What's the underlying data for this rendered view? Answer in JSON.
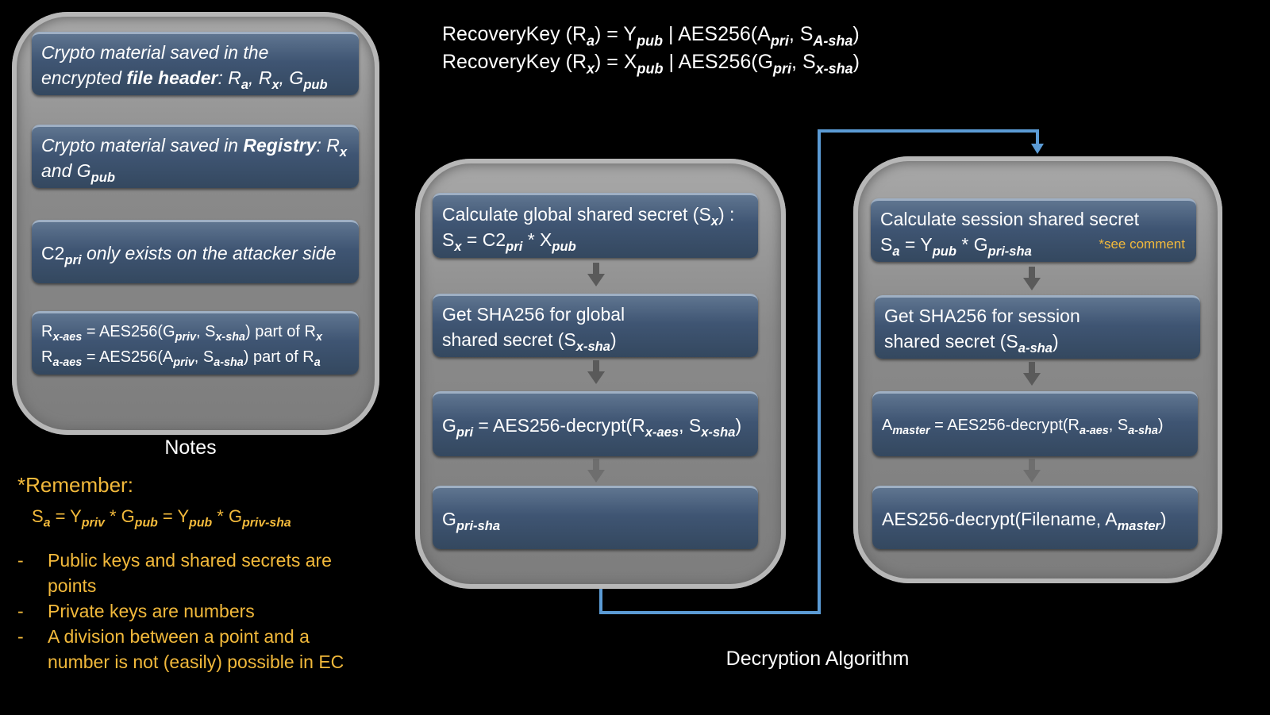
{
  "header": {
    "formula_1": [
      {
        "t": "RecoveryKey (R"
      },
      {
        "sub": "a"
      },
      {
        "t": ") = Y"
      },
      {
        "sub": "pub"
      },
      {
        "t": " | AES256(A"
      },
      {
        "sub": "pri"
      },
      {
        "t": ", S"
      },
      {
        "sub": "A-sha"
      },
      {
        "t": ")"
      }
    ],
    "formula_2": [
      {
        "t": "RecoveryKey (R"
      },
      {
        "sub": "x"
      },
      {
        "t": ") = X"
      },
      {
        "sub": "pub"
      },
      {
        "t": " | AES256(G"
      },
      {
        "sub": "pri"
      },
      {
        "t": ", S"
      },
      {
        "sub": "x-sha"
      },
      {
        "t": ")"
      }
    ]
  },
  "notes": {
    "label": "Notes",
    "boxes": [
      [
        {
          "i": "Crypto material saved in the encrypted "
        },
        {
          "bi": "file header"
        },
        {
          "i": ": R"
        },
        {
          "sub": "a"
        },
        {
          "i": ", R"
        },
        {
          "sub": "x"
        },
        {
          "i": ", G"
        },
        {
          "sub": "pub"
        }
      ],
      [
        {
          "i": "Crypto material saved in "
        },
        {
          "bi": "Registry"
        },
        {
          "i": ": R"
        },
        {
          "sub": "x"
        },
        {
          "i": "  and G"
        },
        {
          "sub": "pub"
        }
      ],
      [
        {
          "t": "C2"
        },
        {
          "sub": "pri"
        },
        {
          "i": " only exists on the attacker side"
        }
      ],
      [
        {
          "t": "R"
        },
        {
          "sub": "x-aes"
        },
        {
          "t": " = AES256(G"
        },
        {
          "sub": "priv"
        },
        {
          "t": ", S"
        },
        {
          "sub": "x-sha"
        },
        {
          "t": ") part of R"
        },
        {
          "sub": "x"
        },
        {
          "br": true
        },
        {
          "t": "R"
        },
        {
          "sub": "a-aes"
        },
        {
          "t": " = AES256(A"
        },
        {
          "sub": "priv"
        },
        {
          "t": ", S"
        },
        {
          "sub": "a-sha"
        },
        {
          "t": ") part of R"
        },
        {
          "sub": "a"
        }
      ]
    ]
  },
  "remember": {
    "title": "*Remember:",
    "formula": [
      {
        "t": "S"
      },
      {
        "sub": "a"
      },
      {
        "t": " = Y"
      },
      {
        "sub": "priv"
      },
      {
        "t": " * G"
      },
      {
        "sub": "pub"
      },
      {
        "t": " = Y"
      },
      {
        "sub": "pub"
      },
      {
        "t": " * G"
      },
      {
        "sub": "priv-sha"
      }
    ],
    "bullet_marker": "-",
    "bullets": [
      "Public keys and shared secrets  are points",
      "Private keys are numbers",
      "A division between a point and a number is not (easily) possible in EC"
    ]
  },
  "global_steps": [
    [
      {
        "t": "Calculate global shared secret (S"
      },
      {
        "sub": "x"
      },
      {
        "t": ") :"
      },
      {
        "br": true
      },
      {
        "t": "S"
      },
      {
        "sub": "x"
      },
      {
        "t": " = C2"
      },
      {
        "sub": "pri"
      },
      {
        "t": " * X"
      },
      {
        "sub": "pub"
      }
    ],
    [
      {
        "t": "Get SHA256 for global"
      },
      {
        "br": true
      },
      {
        "t": "shared secret (S"
      },
      {
        "sub": "x-sha"
      },
      {
        "t": ")"
      }
    ],
    [
      {
        "t": "G"
      },
      {
        "sub": "pri"
      },
      {
        "t": " = AES256-decrypt(R"
      },
      {
        "sub": "x-aes"
      },
      {
        "t": ", S"
      },
      {
        "sub": "x-sha"
      },
      {
        "t": ")"
      }
    ],
    [
      {
        "t": "G"
      },
      {
        "sub": "pri-sha"
      }
    ]
  ],
  "session_steps": [
    [
      {
        "t": "Calculate session shared secret"
      },
      {
        "br": true
      },
      {
        "t": "S"
      },
      {
        "sub": "a"
      },
      {
        "t": " = Y"
      },
      {
        "sub": "pub"
      },
      {
        "t": " * G"
      },
      {
        "sub": "pri-sha"
      }
    ],
    [
      {
        "t": "Get SHA256 for session"
      },
      {
        "br": true
      },
      {
        "t": "shared secret (S"
      },
      {
        "sub": "a-sha"
      },
      {
        "t": ")"
      }
    ],
    [
      {
        "t": "A"
      },
      {
        "sub": "master"
      },
      {
        "t": " = AES256-decrypt(R"
      },
      {
        "sub": "a-aes"
      },
      {
        "t": ", S"
      },
      {
        "sub": "a-sha"
      },
      {
        "t": ")"
      }
    ],
    [
      {
        "t": "AES256-decrypt(Filename, A"
      },
      {
        "sub": "master"
      },
      {
        "t": ")"
      }
    ]
  ],
  "session_comment": "*see comment",
  "footer_label": "Decryption Algorithm",
  "colors": {
    "connector": "#5b9bd5",
    "note_text": "#f2b93b",
    "box": "#3f5573"
  }
}
